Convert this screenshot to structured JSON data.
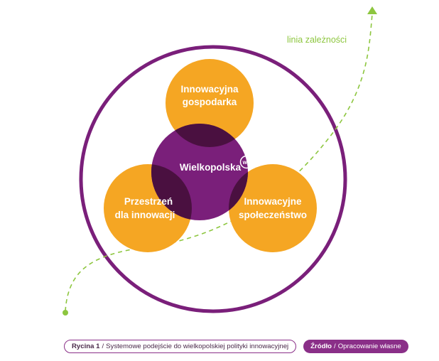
{
  "dependency_line_label": "linia zależności",
  "nodes": {
    "center": {
      "label": "Wielkopolska",
      "logo_text": "wk"
    },
    "top": {
      "line1": "Innowacyjna",
      "line2": "gospodarka"
    },
    "left": {
      "line1": "Przestrzeń",
      "line2": "dla innowacji"
    },
    "right": {
      "line1": "Innowacyjne",
      "line2": "społeczeństwo"
    }
  },
  "caption": {
    "figure_label": "Rycina 1",
    "separator": "/",
    "figure_text": "Systemowe podejście do wielkopolskiej polityki innowacyjnej",
    "source_label": "Źródło",
    "source_text": "Opracowanie własne"
  },
  "colors": {
    "purple": "#7a1f7a",
    "dark_overlap": "#4a1040",
    "orange": "#f5a623",
    "green": "#8dc63f"
  }
}
